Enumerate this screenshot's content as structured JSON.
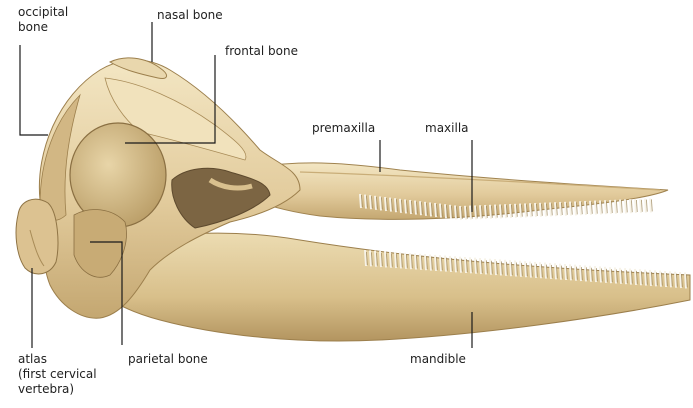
{
  "labels": {
    "occipital_line1": "occipital",
    "occipital_line2": "bone",
    "nasal": "nasal bone",
    "frontal": "frontal bone",
    "premaxilla": "premaxilla",
    "maxilla": "maxilla",
    "atlas": "atlas",
    "atlas_note_line1": "(first cervical",
    "atlas_note_line2": "vertebra)",
    "parietal": "parietal bone",
    "mandible": "mandible"
  },
  "colors": {
    "bone_light": "#efe0b8",
    "bone_mid": "#ddc594",
    "bone_dark": "#b89a62",
    "bone_shadow": "#8f7748",
    "cavity": "#6e5a3a",
    "leader": "#1a1a1a",
    "teeth": "#f7f3e8"
  }
}
